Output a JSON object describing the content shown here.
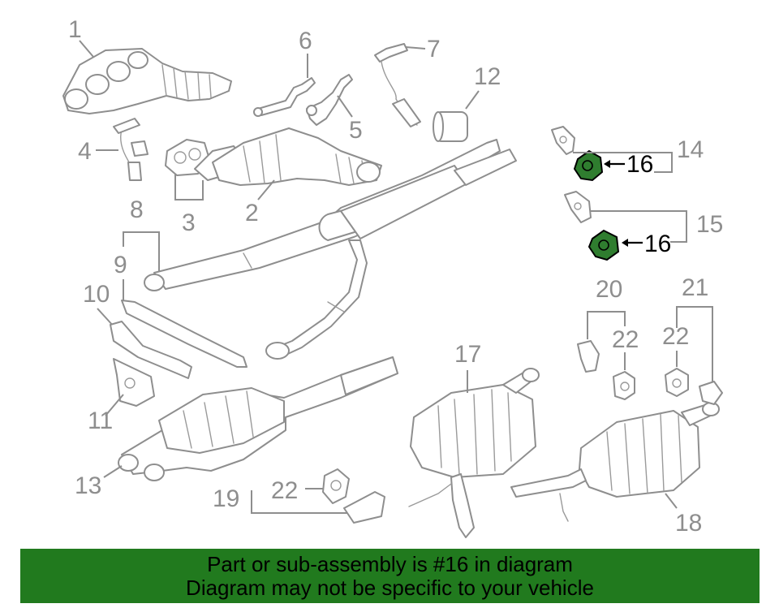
{
  "callouts": {
    "c1": "1",
    "c2": "2",
    "c3": "3",
    "c4": "4",
    "c5": "5",
    "c6": "6",
    "c7": "7",
    "c8": "8",
    "c9": "9",
    "c10": "10",
    "c11": "11",
    "c12": "12",
    "c13": "13",
    "c14": "14",
    "c15": "15",
    "c16a": "16",
    "c16b": "16",
    "c17": "17",
    "c18": "18",
    "c19": "19",
    "c20": "20",
    "c21": "21",
    "c22a": "22",
    "c22b": "22",
    "c22c": "22"
  },
  "highlight": {
    "part_number": "16",
    "color": "#217a1e"
  },
  "banner": {
    "line1": "Part or sub-assembly is #16 in diagram",
    "line2": "Diagram may not be specific to your vehicle"
  },
  "colors": {
    "line_art": "#8e8e8e",
    "highlight_part": "#2f7d2f",
    "banner_bg": "#217a1e"
  }
}
